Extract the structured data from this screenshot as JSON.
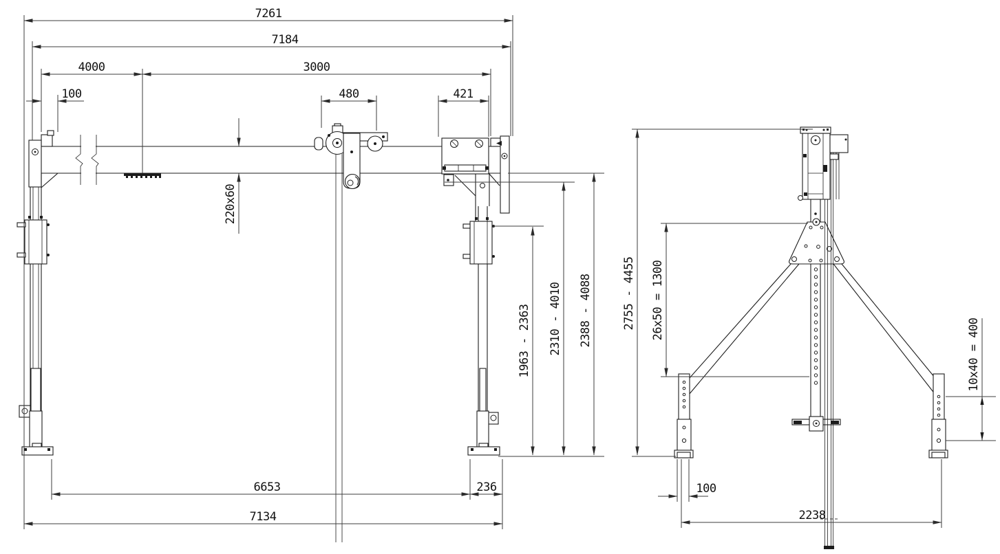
{
  "drawing": {
    "type": "portable-gantry-crane-dimension-drawing",
    "front_view": {
      "dims": {
        "overall_top": "7261",
        "beam_length": "7184",
        "span_left": "4000",
        "span_right": "3000",
        "end_offset": "100",
        "trolley_width": "480",
        "bracket_width": "421",
        "beam_profile": "220x60",
        "clamp_height_range": "1963 - 2363",
        "underbeam_height_range": "2310 - 4010",
        "beam_top_height_range": "2388 - 4088",
        "feet_inner_span": "6653",
        "foot_offset": "236",
        "feet_outer_span": "7134"
      }
    },
    "side_view": {
      "dims": {
        "mast_height_range": "2755 - 4455",
        "mast_hole_pattern": "26x50 = 1300",
        "leg_hole_pattern": "10x40 = 400",
        "leg_width": "100",
        "base_span": "2238"
      }
    }
  }
}
